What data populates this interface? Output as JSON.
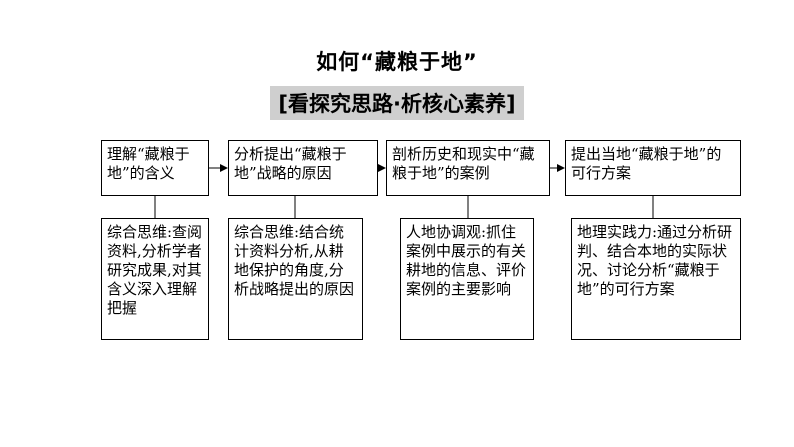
{
  "header": {
    "title": "如何“藏粮于地”",
    "subtitle": "[看探究思路·析核心素养]"
  },
  "steps": [
    {
      "label": "理解“藏粮于地”的含义"
    },
    {
      "label": "分析提出“藏粮于地”战略的原因"
    },
    {
      "label": "剖析历史和现实中“藏粮于地”的案例"
    },
    {
      "label": "提出当地“藏粮于地”的可行方案"
    }
  ],
  "details": [
    {
      "text": "综合思维:查阅资料,分析学者研究成果,对其含义深入理解把握"
    },
    {
      "text": "综合思维:结合统计资料分析,从耕地保护的角度,分析战略提出的原因"
    },
    {
      "text": "人地协调观:抓住案例中展示的有关耕地的信息、评价案例的主要影响"
    },
    {
      "text": "地理实践力:通过分析研判、结合本地的实际状况、讨论分析“藏粮于地”的可行方案"
    }
  ]
}
